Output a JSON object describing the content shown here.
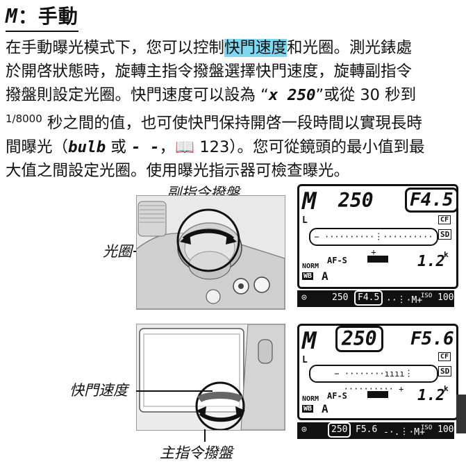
{
  "title": {
    "mode": "M",
    "text": "：手動"
  },
  "body": {
    "l1a": "在手動曝光模式下，您可以控制",
    "l1hl": "快門速度",
    "l1b": "和光圈。測光錶處",
    "l2": "於開啓狀態時，旋轉主指令撥盤選擇快門速度，旋轉副指令",
    "l3a": "撥盤則設定光圈。快門速度可以設為 “",
    "l3seg": "x 250",
    "l3b": "”或從 30 秒到",
    "l4a": "1/8000",
    "l4b": " 秒之間的值，也可使快門保持開啓一段時間以實現長時",
    "l5a": "間曝光（",
    "l5seg1": "bulb",
    "l5b": " 或 ",
    "l5seg2": "- -",
    "l5c": "，",
    "l5book": "📖",
    "l5d": " 123）。您可從鏡頭的最小值到最",
    "l6": "大值之間設定光圈。使用曝光指示器可檢查曝光。"
  },
  "labels": {
    "sub_dial": "副指令撥盤",
    "aperture": "光圈",
    "shutter": "快門速度",
    "main_dial": "主指令撥盤"
  },
  "top_lcd": {
    "mode": "M",
    "shutter": "250",
    "aperture": "F4.5",
    "l": "L",
    "afs": "AF-S",
    "norm": "NORM",
    "wb": "WB",
    "wba": "A",
    "cf": "CF",
    "sd": "SD",
    "count": "1.2",
    "k": "k"
  },
  "bottom_lcd": {
    "mode": "M",
    "shutter": "250",
    "aperture": "F5.6",
    "l": "L",
    "afs": "AF-S",
    "norm": "NORM",
    "wb": "WB",
    "wba": "A",
    "cf": "CF",
    "sd": "SD",
    "count": "1.2",
    "k": "k"
  },
  "top_vf": {
    "meter": "⊙",
    "shutter": "250",
    "aperture": "F4.5",
    "scale": "··︙·M+",
    "iso": "ISO",
    "end": "100"
  },
  "bottom_vf": {
    "meter": "⊙",
    "shutter": "250",
    "aperture": "F5.6",
    "scale": "-·.︙·M+",
    "iso": "ISO",
    "end": "100"
  }
}
